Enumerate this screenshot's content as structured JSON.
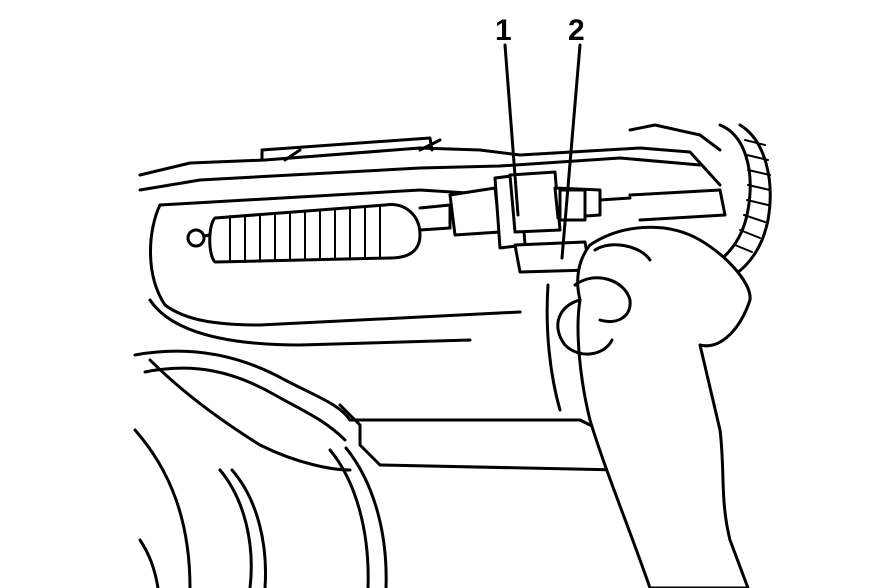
{
  "callouts": [
    {
      "id": "1",
      "label": "1"
    },
    {
      "id": "2",
      "label": "2"
    }
  ],
  "colors": {
    "ink": "#000000",
    "background": "#ffffff"
  }
}
